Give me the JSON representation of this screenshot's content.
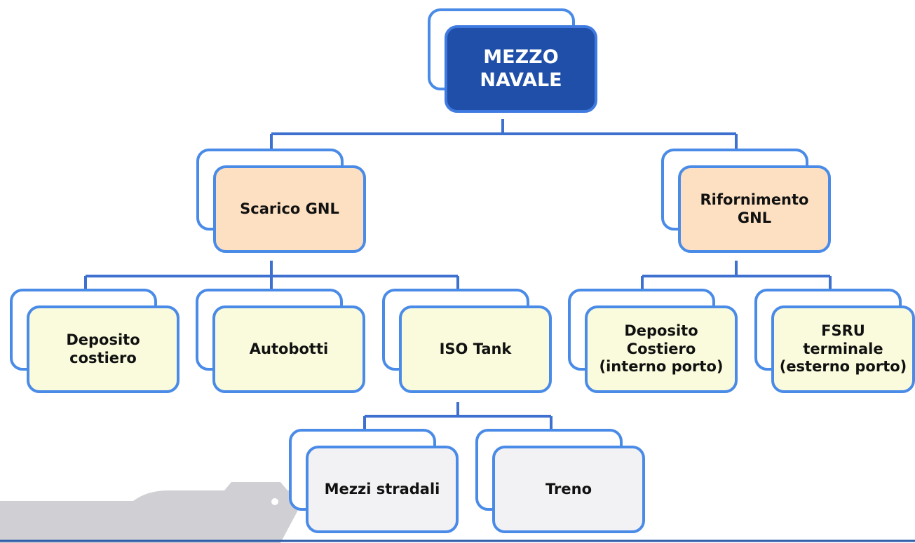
{
  "diagram": {
    "root": {
      "label": "MEZZO\nNAVALE"
    },
    "level1": [
      {
        "label": "Scarico GNL"
      },
      {
        "label": "Rifornimento\nGNL"
      }
    ],
    "scarico_children": [
      {
        "label": "Deposito\ncostiero"
      },
      {
        "label": "Autobotti"
      },
      {
        "label": "ISO Tank"
      }
    ],
    "rifornimento_children": [
      {
        "label": "Deposito\nCostiero\n(interno porto)"
      },
      {
        "label": "FSRU\nterminale\n(esterno porto)"
      }
    ],
    "iso_tank_children": [
      {
        "label": "Mezzi stradali"
      },
      {
        "label": "Treno"
      }
    ]
  },
  "colors": {
    "connector": "#3e70d0",
    "box_border": "#4a8be8",
    "root_fill": "#1f4fa8",
    "level1_fill": "#fde0c2",
    "level2_fill": "#fafadc",
    "level3_fill": "#f2f2f4"
  }
}
